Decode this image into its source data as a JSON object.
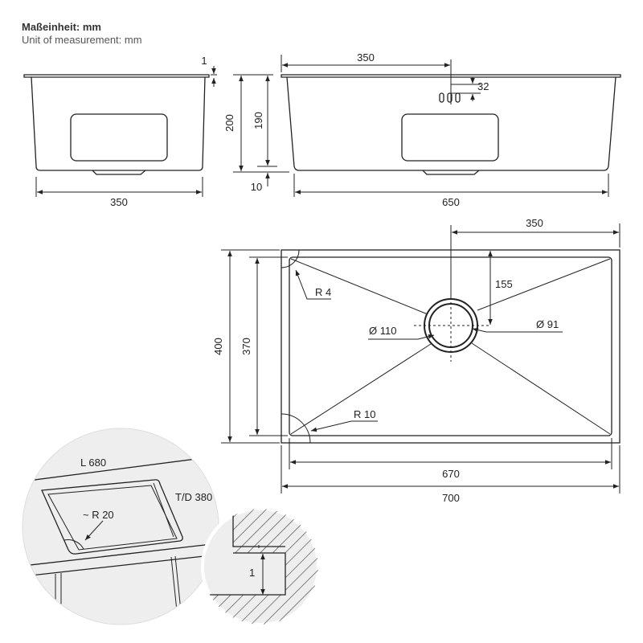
{
  "unit_label_de": "Maßeinheit: mm",
  "unit_label_en": "Unit of measurement: mm",
  "side_view": {
    "rim_thickness": "1",
    "width": "350",
    "height": "200",
    "depth": "190",
    "offset": "10"
  },
  "front_view": {
    "drain_position": "350",
    "overflow_height": "32",
    "width": "650"
  },
  "top_view": {
    "drain_from_right": "350",
    "drain_from_top": "155",
    "corner_radius_small": "R 4",
    "corner_radius_large": "R 10",
    "drain_outer_diameter": "Ø 110",
    "drain_inner_diameter": "Ø 91",
    "outer_height": "400",
    "inner_height": "370",
    "inner_width": "670",
    "outer_width": "700"
  },
  "detail_circle_left": {
    "cutout_length": "L 680",
    "cutout_depth": "T/D 380",
    "corner_radius": "~ R 20"
  },
  "detail_circle_right": {
    "edge_thickness": "1"
  },
  "colors": {
    "line": "#222222",
    "circle_fill": "#eeeeee",
    "hatch": "#444444"
  }
}
